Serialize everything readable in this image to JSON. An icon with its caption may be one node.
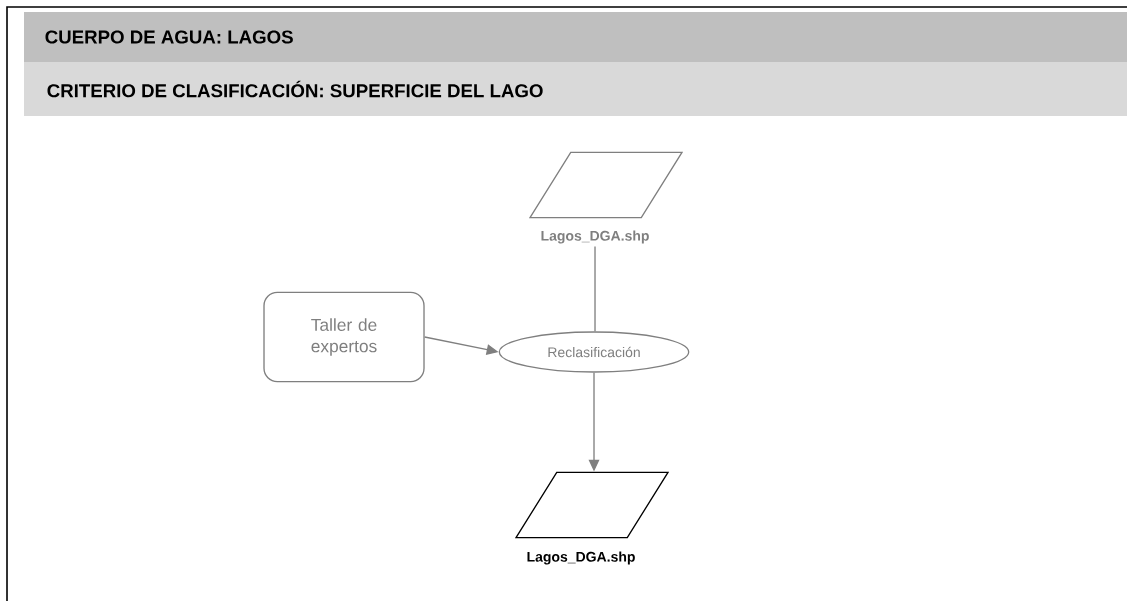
{
  "diagram": {
    "title": "CUERPO DE AGUA: LAGOS",
    "nodes": [
      {
        "text": [],
        "shape": "parallelogram",
        "beside": [
          "Lagos_DGA.shp"
        ]
      },
      {
        "text": [
          "Taller de expertos"
        ]
      },
      {
        "text": [
          "Reclasificación"
        ]
      },
      {
        "text": [],
        "shape": "parallelogram",
        "beside": [
          "Lagos_DGA.shp"
        ]
      }
    ],
    "edges": [
      {
        "from": 0,
        "to": 2,
        "arrow": "none"
      },
      {
        "from": 1,
        "to": 2,
        "arrow": "to"
      },
      {
        "from": 2,
        "to": 3,
        "arrow": "to"
      }
    ],
    "labels": [
      "CRITERIO DE CLASIFICACIÓN: SUPERFICIE DEL LAGO"
    ]
  }
}
